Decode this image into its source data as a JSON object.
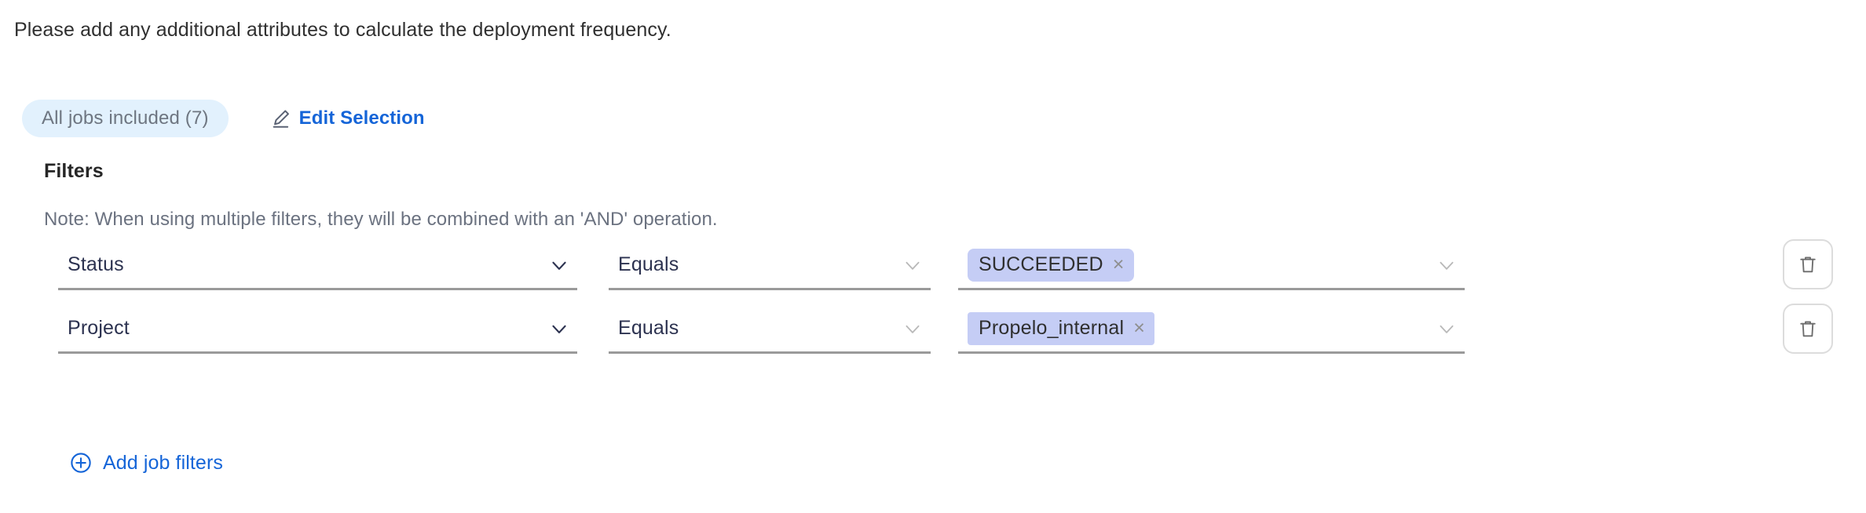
{
  "instruction": "Please add any additional attributes to calculate the deployment frequency.",
  "selection": {
    "jobs_pill_label": "All jobs included (7)",
    "edit_label": "Edit Selection",
    "pencil_icon": "pencil-icon"
  },
  "filters": {
    "title": "Filters",
    "note": "Note: When using multiple filters, they will be combined with an 'AND' operation.",
    "rows": [
      {
        "field": "Status",
        "operator": "Equals",
        "chips": [
          {
            "label": "SUCCEEDED",
            "remove": "×"
          }
        ],
        "delete_icon": "trash-icon"
      },
      {
        "field": "Project",
        "operator": "Equals",
        "chips": [
          {
            "label": "Propelo_internal",
            "remove": "×"
          }
        ],
        "delete_icon": "trash-icon"
      }
    ],
    "add_label": "Add job filters",
    "add_icon": "plus-circle-icon"
  },
  "colors": {
    "link_blue": "#1565d8",
    "pill_bg": "#e2f1fd",
    "chip_bg": "#c5cdf5",
    "select_text": "#2c3250",
    "muted_text": "#6b7280",
    "underline": "#9a9a9a"
  }
}
